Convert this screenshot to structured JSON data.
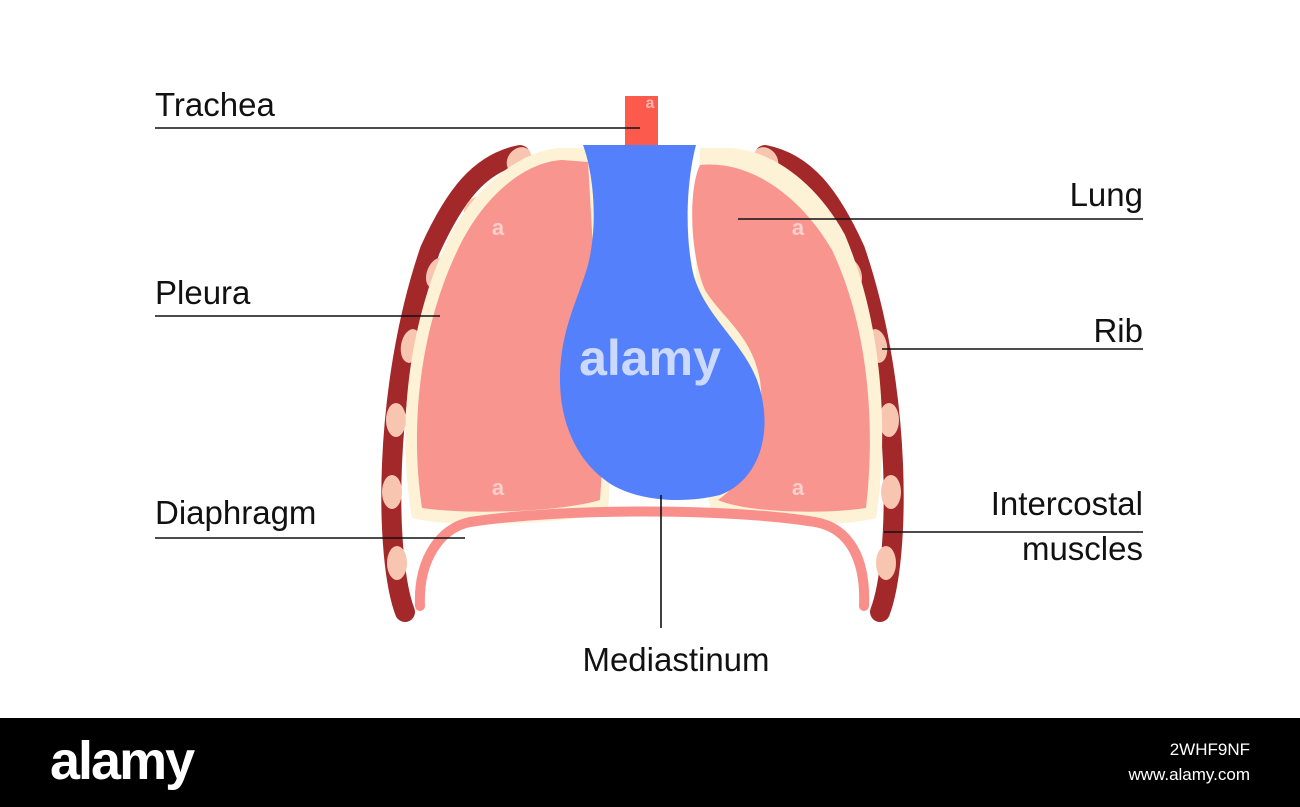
{
  "labels": {
    "trachea": "Trachea",
    "pleura": "Pleura",
    "diaphragm": "Diaphragm",
    "lung": "Lung",
    "rib": "Rib",
    "intercostal_line1": "Intercostal",
    "intercostal_line2": "muscles",
    "mediastinum": "Mediastinum"
  },
  "watermark": {
    "center_text": "alamy",
    "small_mark": "a"
  },
  "footer": {
    "logo": "alamy",
    "image_id": "2WHF9NF",
    "site": "www.alamy.com"
  },
  "colors": {
    "muscle": "#a3282a",
    "rib": "#f8c5b0",
    "pleura": "#fdf2d6",
    "lung": "#f7958e",
    "mediastinum": "#5580fc",
    "trachea": "#fb5a4c",
    "diaphragm": "#f98f8b",
    "leader_line": "#111111",
    "footer_bg": "#000000"
  }
}
